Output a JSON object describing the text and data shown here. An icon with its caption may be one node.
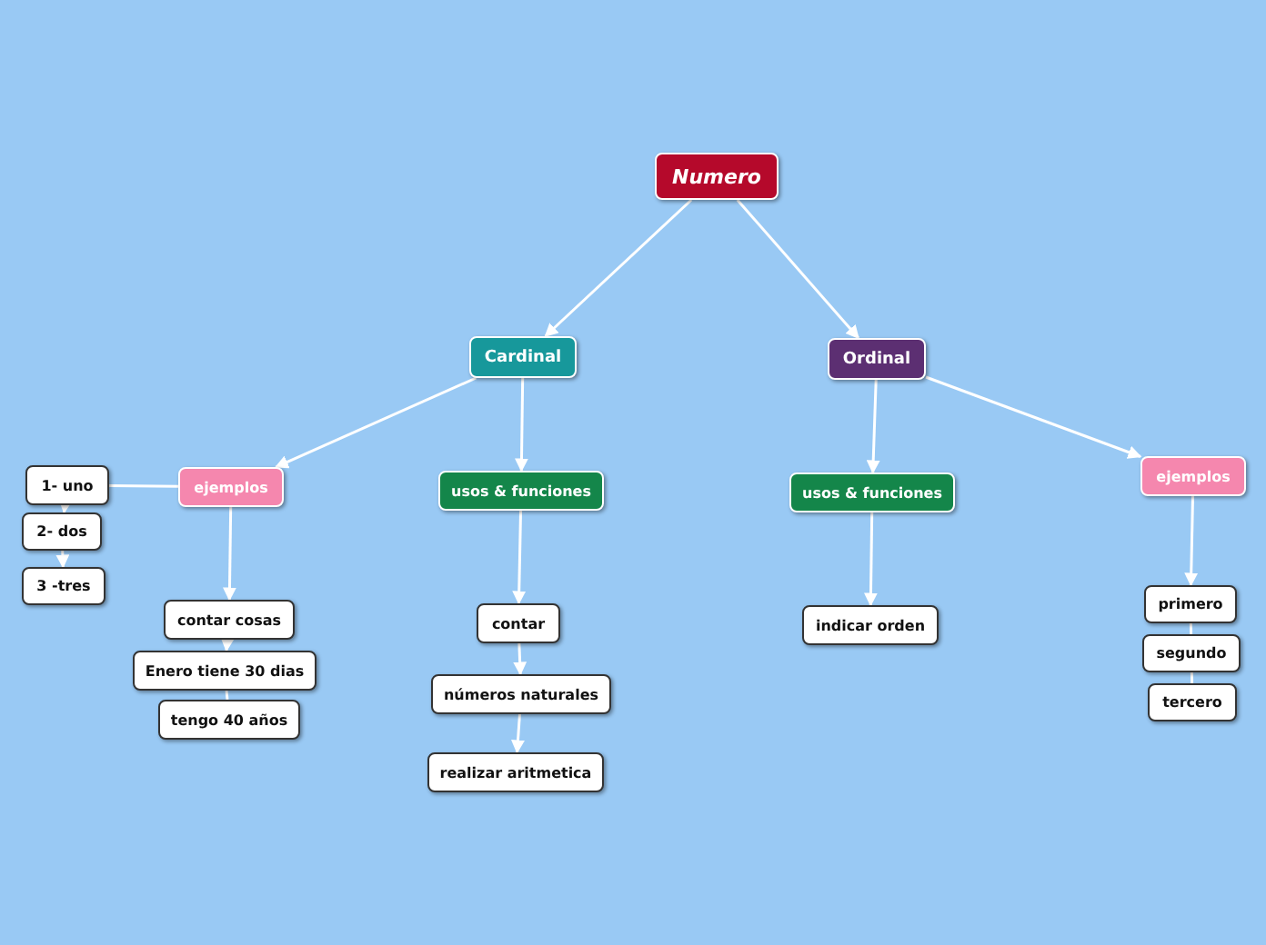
{
  "diagram": {
    "nodes": [
      {
        "text": [
          "Numero"
        ]
      },
      {
        "text": [
          "Cardinal"
        ]
      },
      {
        "text": [
          "Ordinal"
        ]
      },
      {
        "text": [
          "ejemplos"
        ]
      },
      {
        "text": [
          "usos & funciones"
        ]
      },
      {
        "text": [
          "usos & funciones"
        ]
      },
      {
        "text": [
          "ejemplos"
        ]
      },
      {
        "text": [
          "1- uno"
        ]
      },
      {
        "text": [
          "2- dos"
        ]
      },
      {
        "text": [
          "3 -tres"
        ]
      },
      {
        "text": [
          "contar cosas"
        ]
      },
      {
        "text": [
          "Enero tiene 30 dias"
        ]
      },
      {
        "text": [
          "tengo 40 años"
        ]
      },
      {
        "text": [
          "contar"
        ]
      },
      {
        "text": [
          "números naturales"
        ]
      },
      {
        "text": [
          "realizar aritmetica"
        ]
      },
      {
        "text": [
          "indicar orden"
        ]
      },
      {
        "text": [
          "primero"
        ]
      },
      {
        "text": [
          "segundo"
        ]
      },
      {
        "text": [
          "tercero"
        ]
      }
    ],
    "edges": [
      {
        "from": 0,
        "to": 1,
        "arrow": "to"
      },
      {
        "from": 0,
        "to": 2,
        "arrow": "to"
      },
      {
        "from": 1,
        "to": 3,
        "arrow": "to"
      },
      {
        "from": 1,
        "to": 4,
        "arrow": "to"
      },
      {
        "from": 2,
        "to": 5,
        "arrow": "to"
      },
      {
        "from": 2,
        "to": 6,
        "arrow": "to"
      },
      {
        "from": 3,
        "to": 7,
        "arrow": "none"
      },
      {
        "from": 7,
        "to": 8,
        "arrow": "to"
      },
      {
        "from": 8,
        "to": 9,
        "arrow": "to"
      },
      {
        "from": 3,
        "to": 10,
        "arrow": "to"
      },
      {
        "from": 10,
        "to": 11,
        "arrow": "to"
      },
      {
        "from": 11,
        "to": 12,
        "arrow": "none"
      },
      {
        "from": 4,
        "to": 13,
        "arrow": "to"
      },
      {
        "from": 13,
        "to": 14,
        "arrow": "to"
      },
      {
        "from": 14,
        "to": 15,
        "arrow": "to"
      },
      {
        "from": 5,
        "to": 16,
        "arrow": "to"
      },
      {
        "from": 6,
        "to": 17,
        "arrow": "to"
      },
      {
        "from": 17,
        "to": 18,
        "arrow": "none"
      },
      {
        "from": 18,
        "to": 19,
        "arrow": "none"
      }
    ]
  }
}
